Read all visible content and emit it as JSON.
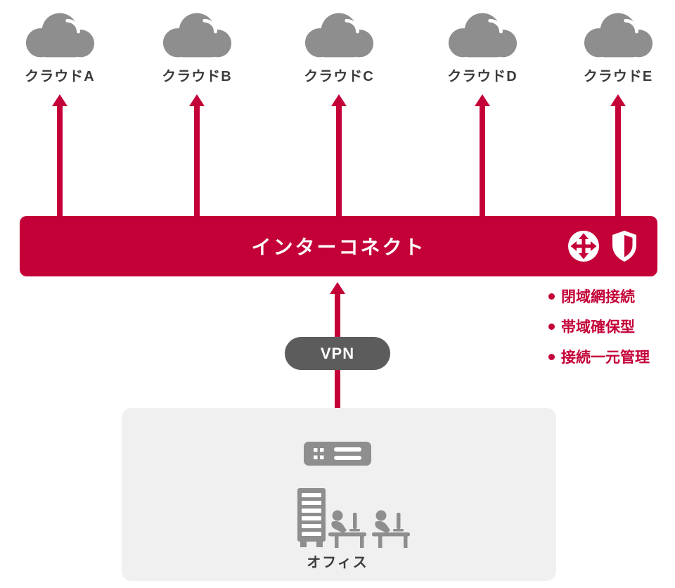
{
  "colors": {
    "accent": "#c40038",
    "icon_gray": "#8e8e8e",
    "vpn_gray": "#5c5c5c",
    "office_bg": "#f0f0f0",
    "text": "#3b3b3b"
  },
  "clouds": [
    {
      "label": "クラウドA"
    },
    {
      "label": "クラウドB"
    },
    {
      "label": "クラウドC"
    },
    {
      "label": "クラウドD"
    },
    {
      "label": "クラウドE"
    }
  ],
  "interconnect": {
    "title": "インターコネクト"
  },
  "features": [
    "閉域網接続",
    "帯域確保型",
    "接続一元管理"
  ],
  "vpn": {
    "label": "VPN"
  },
  "office": {
    "label": "オフィス"
  }
}
